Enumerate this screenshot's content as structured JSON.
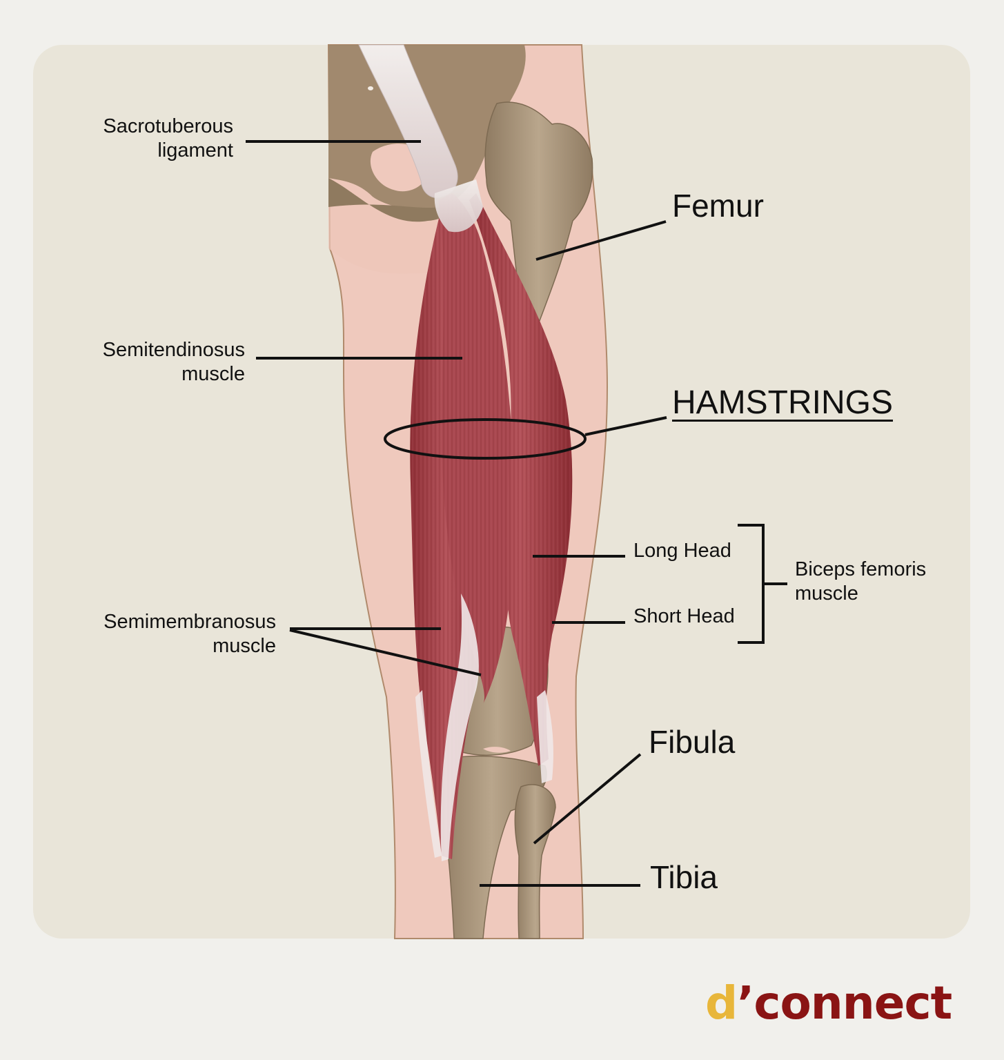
{
  "figure": {
    "title": "HAMSTRINGS",
    "subject": "posterior view of thigh and knee",
    "colors": {
      "page_background": "#f1f0ec",
      "panel_background": "#e9e5d9",
      "skin": "#efc9bd",
      "bone": "#a89479",
      "muscle": "#a8434a",
      "tendon": "#ece6e4",
      "label_text": "#111111",
      "logo_yellow": "#e8b63a",
      "logo_red": "#8a1414"
    }
  },
  "labels": {
    "sacrotuberous": {
      "line1": "Sacrotuberous",
      "line2": "ligament"
    },
    "femur": "Femur",
    "semitendinosus": {
      "line1": "Semitendinosus",
      "line2": "muscle"
    },
    "hamstrings": "HAMSTRINGS",
    "long_head": "Long Head",
    "short_head": "Short Head",
    "biceps_femoris": {
      "line1": "Biceps femoris",
      "line2": "muscle"
    },
    "semimembranosus": {
      "line1": "Semimembranosus",
      "line2": "muscle"
    },
    "fibula": "Fibula",
    "tibia": "Tibia"
  },
  "logo": {
    "d": "d",
    "apostrophe": "’",
    "rest": "connect"
  }
}
